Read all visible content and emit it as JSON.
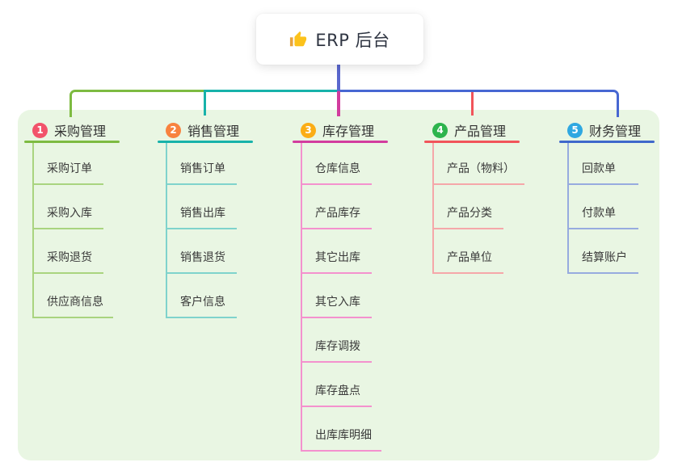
{
  "canvas": {
    "background_color": "#FFFFFF",
    "panel_background_color": "#E9F6E3"
  },
  "root_node": {
    "label": "ERP 后台",
    "icon": "thumbs-up-icon",
    "icon_colors": {
      "hand": "#FCC21B",
      "cuff": "#E8A33D"
    }
  },
  "connectors": {
    "root_line_color": "#5A67CE",
    "main_line_color": "#4767D2"
  },
  "branches": [
    {
      "index": "1",
      "title": "采购管理",
      "badge_color": "#F2536B",
      "line_color": "#7DBB41",
      "child_line_color": "#A9D47F",
      "children": [
        "采购订单",
        "采购入库",
        "采购退货",
        "供应商信息"
      ]
    },
    {
      "index": "2",
      "title": "销售管理",
      "badge_color": "#F8823E",
      "line_color": "#17B2AA",
      "child_line_color": "#7FD3CC",
      "children": [
        "销售订单",
        "销售出库",
        "销售退货",
        "客户信息"
      ]
    },
    {
      "index": "3",
      "title": "库存管理",
      "badge_color": "#FBAD15",
      "line_color": "#D23C9E",
      "child_line_color": "#F491CE",
      "children": [
        "仓库信息",
        "产品库存",
        "其它出库",
        "其它入库",
        "库存调拨",
        "库存盘点",
        "出库库明细"
      ]
    },
    {
      "index": "4",
      "title": "产品管理",
      "badge_color": "#2DB44D",
      "line_color": "#F1545A",
      "child_line_color": "#F5A7A9",
      "children": [
        "产品（物料）",
        "产品分类",
        "产品单位"
      ]
    },
    {
      "index": "5",
      "title": "财务管理",
      "badge_color": "#2FA8E1",
      "line_color": "#3F68CB",
      "child_line_color": "#97ABDF",
      "children": [
        "回款单",
        "付款单",
        "结算账户"
      ]
    }
  ]
}
